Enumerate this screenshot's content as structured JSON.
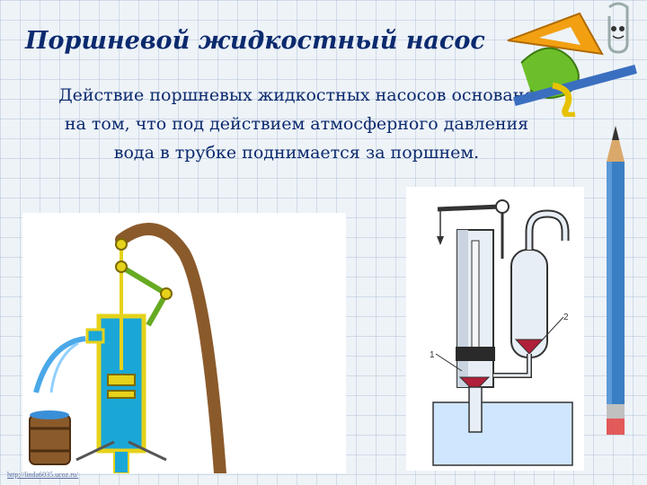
{
  "slide": {
    "title": "Поршневой жидкостный насос",
    "body": "Действие поршневых жидкостных насосов основано на том, что под действием атмосферного давления вода в трубке поднимается за поршнем.",
    "source_link": "http://linda6035.ucoz.ru/"
  },
  "diagram": {
    "label_1": "1",
    "label_2": "2"
  },
  "icons": {
    "decor_top_right": "geometry-tools-icon",
    "decor_right": "pencil-icon"
  },
  "colors": {
    "title": "#0b2a6e",
    "pump_body": "#1aa7d8",
    "pump_frame": "#e6d21a",
    "handle": "#8b5a2b",
    "water": "#cfe6ff"
  }
}
